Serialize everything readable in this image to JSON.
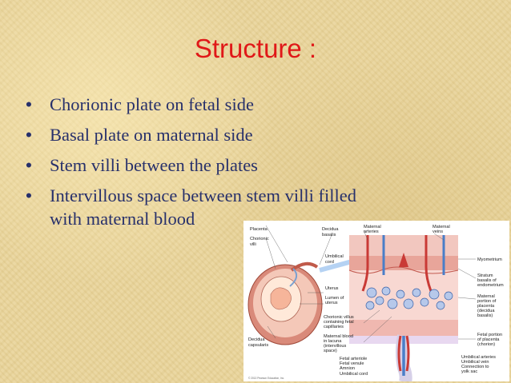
{
  "slide": {
    "title": "Structure :",
    "bullet_char": "•",
    "bullets": [
      "Chorionic plate on fetal side",
      "Basal plate on maternal side",
      "Stem villi between the plates",
      "Intervillous space between stem villi filled",
      "with maternal blood"
    ]
  },
  "figure": {
    "labels": {
      "placenta": "Placenta",
      "chorionic_villi_1": "Chorionic",
      "chorionic_villi_2": "villi",
      "decidua_basalis_1": "Decidua",
      "decidua_basalis_2": "basalis",
      "maternal_arteries_1": "Maternal",
      "maternal_arteries_2": "arteries",
      "maternal_veins_1": "Maternal",
      "maternal_veins_2": "veins",
      "umbilical_cord_1": "Umbilical",
      "umbilical_cord_2": "cord",
      "myometrium": "Myometrium",
      "stratum_1": "Stratum",
      "stratum_2": "basalis of",
      "stratum_3": "endometrium",
      "maternal_portion_1": "Maternal",
      "maternal_portion_2": "portion of",
      "maternal_portion_3": "placenta",
      "maternal_portion_4": "(decidua",
      "maternal_portion_5": "basalis)",
      "uterus": "Uterus",
      "lumen_1": "Lumen of",
      "lumen_2": "uterus",
      "decidua_capsularis_1": "Decidua",
      "decidua_capsularis_2": "capsularis",
      "chorionic_villus_1": "Chorionic villus",
      "chorionic_villus_2": "containing fetal",
      "chorionic_villus_3": "capillaries",
      "maternal_blood_1": "Maternal blood",
      "maternal_blood_2": "in lacuna",
      "maternal_blood_3": "(intervillous",
      "maternal_blood_4": "space)",
      "fetal_portion_1": "Fetal portion",
      "fetal_portion_2": "of placenta",
      "fetal_portion_3": "(chorion)",
      "fetal_arteriole": "Fetal arteriole",
      "fetal_venule": "Fetal venule",
      "amnion": "Amnion",
      "umbilical_cord_b": "Umbilical cord",
      "umbilical_arteries": "Umbilical arteries",
      "umbilical_vein": "Umbilical vein",
      "connection_1": "Connection to",
      "connection_2": "yolk sac",
      "copyright": "© 2013 Pearson Education, Inc."
    }
  }
}
